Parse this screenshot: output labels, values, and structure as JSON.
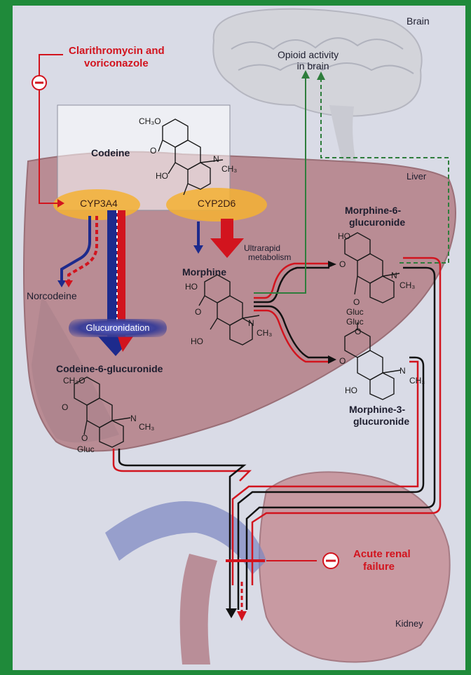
{
  "labels": {
    "brain": "Brain",
    "opioid_activity": [
      "Opioid activity",
      "in brain"
    ],
    "inhibitor": [
      "Clarithromycin and",
      "voriconazole"
    ],
    "liver": "Liver",
    "codeine": "Codeine",
    "cyp3a4": "CYP3A4",
    "cyp2d6": "CYP2D6",
    "ultrarapid": [
      "Ultrarapid",
      "metabolism"
    ],
    "morphine": "Morphine",
    "m6g": [
      "Morphine-6-",
      "glucuronide"
    ],
    "norcodeine": "Norcodeine",
    "glucuronidation": "Glucuronidation",
    "c6g": "Codeine-6-glucuronide",
    "m3g": [
      "Morphine-3-",
      "glucuronide"
    ],
    "renal": [
      "Acute renal",
      "failure"
    ],
    "kidney": "Kidney",
    "minus": "−"
  },
  "atoms": {
    "h3co": "CH₃O",
    "ho": "HO",
    "oh": "O",
    "n": "N",
    "ch3": "CH₃",
    "gluc": "Gluc",
    "o": "O"
  },
  "colors": {
    "frame": "#1f8a3a",
    "red": "#d2141e",
    "blue": "#1d2a8c",
    "black": "#111111",
    "green": "#2e7d3c",
    "liver": "#b98c94",
    "brain": "#d3d4da",
    "kidney": "#c89aa2"
  }
}
